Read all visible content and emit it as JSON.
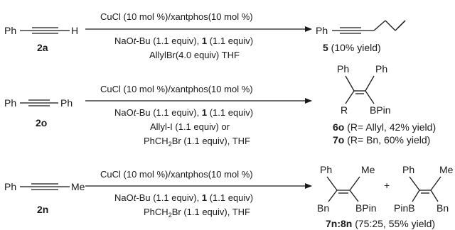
{
  "scheme": {
    "reaction1": {
      "substrate": {
        "left": "Ph",
        "right": "H",
        "label": "2a"
      },
      "above_arrow": "CuCl (10 mol %)/xantphos(10 mol %)",
      "below_arrow": [
        {
          "a": "NaO",
          "i": "t",
          "b": "-Bu (1.1 equiv), ",
          "bold": "1",
          "c": " (1.1 equiv)"
        },
        "AllylBr(4.0 equiv) THF"
      ],
      "product": {
        "ph": "Ph",
        "label": "5",
        "yield": " (10% yield)"
      }
    },
    "reaction2": {
      "substrate": {
        "left": "Ph",
        "right": "Ph",
        "label": "2o"
      },
      "above_arrow": "CuCl (10 mol %)/xantphos(10 mol %)",
      "below_arrow": [
        {
          "a": "NaO",
          "i": "t",
          "b": "-Bu (1.1 equiv), ",
          "bold": "1",
          "c": " (1.1 equiv)"
        },
        "Allyl-I (1.1 equiv) or",
        {
          "a": "PhCH",
          "sub": "2",
          "b": "Br (1.1 equiv), THF"
        }
      ],
      "product": {
        "ph_left": "Ph",
        "ph_right": "Ph",
        "r": "R",
        "bpin": "BPin",
        "results": [
          {
            "label": "6o",
            "text": " (R= Allyl, 42% yield)"
          },
          {
            "label": "7o",
            "text": " (R= Bn, 60% yield)"
          }
        ]
      }
    },
    "reaction3": {
      "substrate": {
        "left": "Ph",
        "right": "Me",
        "label": "2n"
      },
      "above_arrow": "CuCl (10 mol %)/xantphos(10 mol %)",
      "below_arrow": [
        {
          "a": "NaO",
          "i": "t",
          "b": "-Bu (1.1 equiv), ",
          "bold": "1",
          "c": " (1.1 equiv)"
        },
        {
          "a": "PhCH",
          "sub": "2",
          "b": "Br (1.1 equiv), THF"
        }
      ],
      "product_a": {
        "ph": "Ph",
        "me": "Me",
        "bn": "Bn",
        "bpin": "BPin"
      },
      "plus": "+",
      "product_b": {
        "ph": "Ph",
        "me": "Me",
        "pinb": "PinB",
        "bn": "Bn"
      },
      "result": {
        "label": "7n:8n",
        "text": " (75:25, 55% yield)"
      }
    }
  }
}
